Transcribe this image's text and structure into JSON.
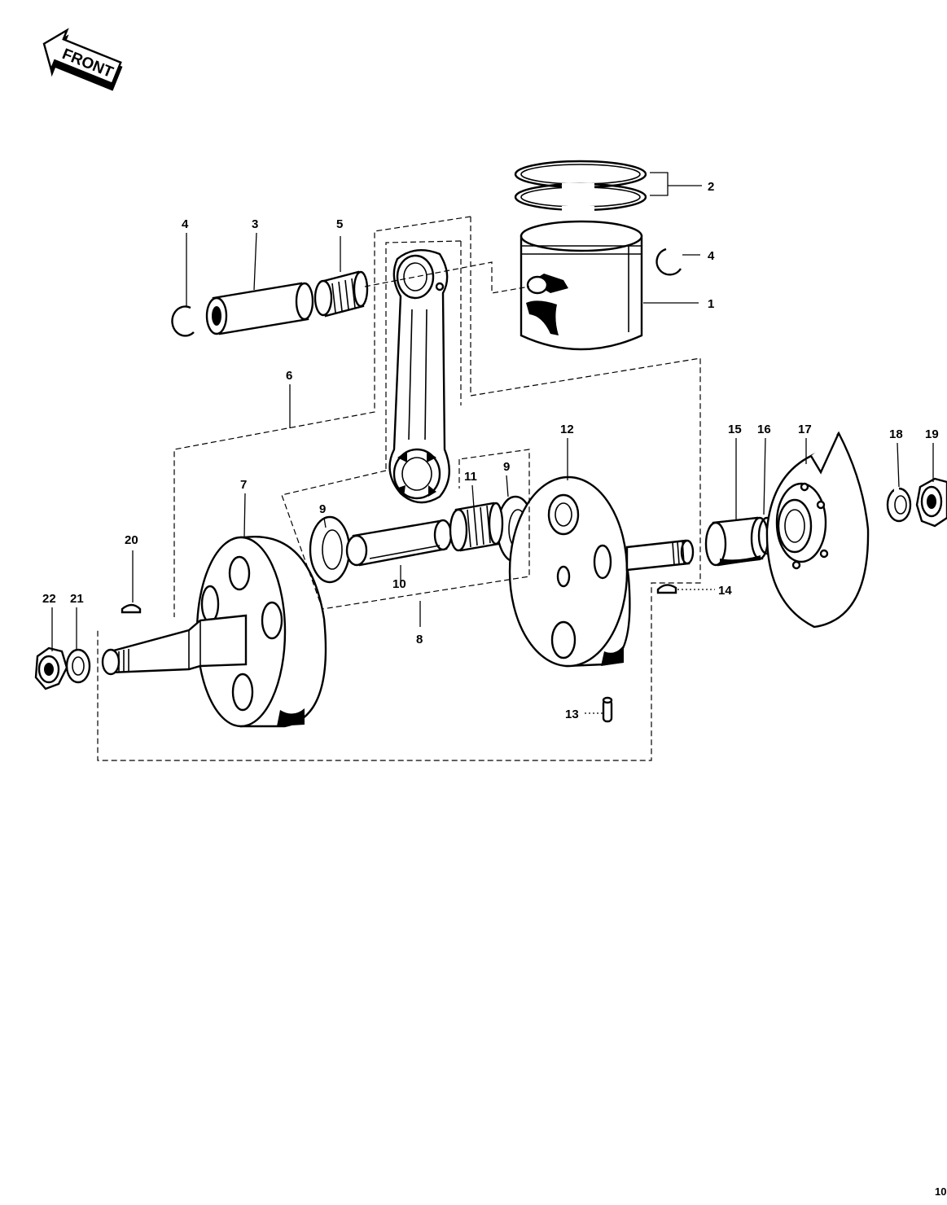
{
  "front_arrow": {
    "label": "FRONT"
  },
  "callouts": {
    "c1": "1",
    "c2": "2",
    "c3": "3",
    "c4a": "4",
    "c4b": "4",
    "c5": "5",
    "c6": "6",
    "c7": "7",
    "c8": "8",
    "c9a": "9",
    "c9b": "9",
    "c10": "10",
    "c11": "11",
    "c12": "12",
    "c13": "13",
    "c14": "14",
    "c15": "15",
    "c16": "16",
    "c17": "17",
    "c18": "18",
    "c19": "19",
    "c20": "20",
    "c21": "21",
    "c22": "22"
  },
  "page_number": "10"
}
